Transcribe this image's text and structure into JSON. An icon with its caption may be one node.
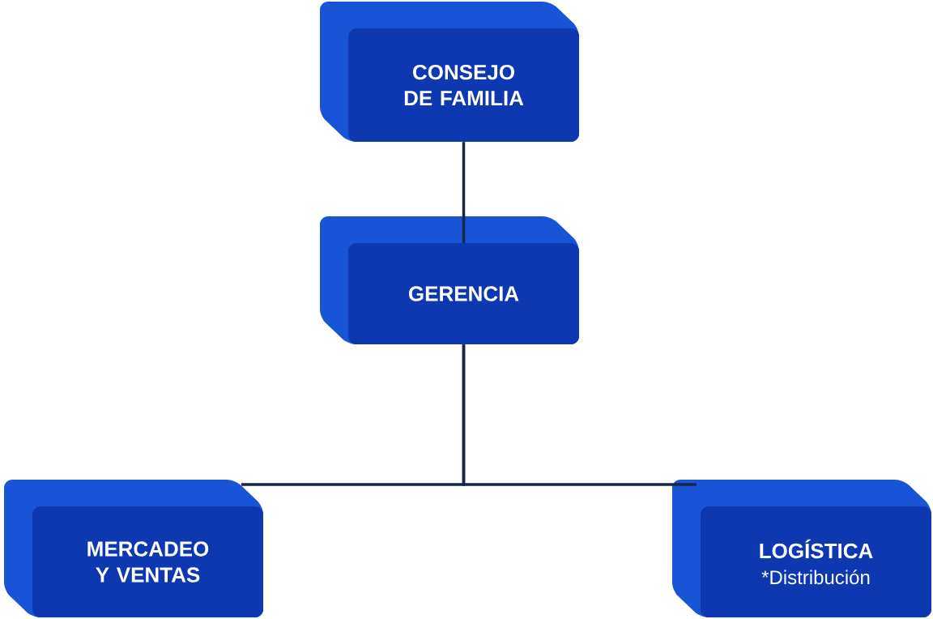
{
  "diagram": {
    "nodes": [
      {
        "text": [
          "CONSEJO DE FAMILIA"
        ]
      },
      {
        "text": [
          "GERENCIA"
        ]
      },
      {
        "text": [
          "MERCADEO Y VENTAS"
        ]
      },
      {
        "text": [
          "LOGÍSTICA",
          "*Distribución"
        ]
      }
    ],
    "edges": [
      {
        "from": 0,
        "to": 1,
        "arrow": "none"
      },
      {
        "from": 1,
        "to": 2,
        "arrow": "none"
      },
      {
        "from": 1,
        "to": 3,
        "arrow": "none"
      }
    ]
  }
}
